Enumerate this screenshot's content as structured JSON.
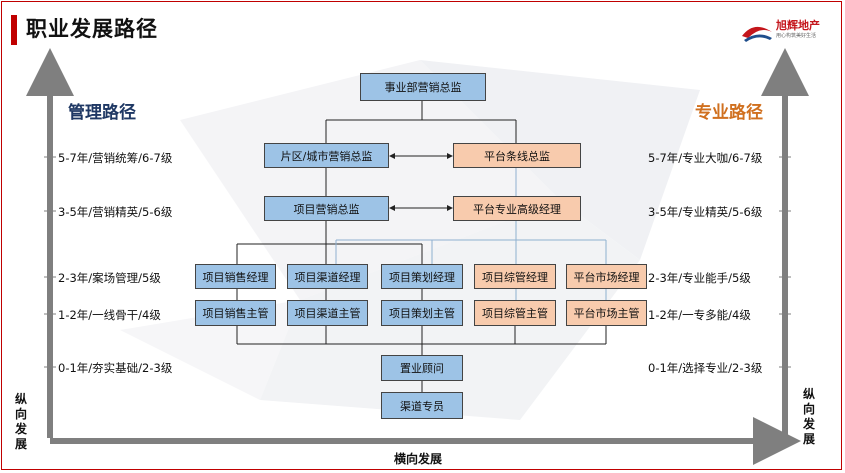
{
  "title": "职业发展路径",
  "logo": {
    "name": "旭辉地产",
    "tagline": "用心构筑美好生活"
  },
  "headings": {
    "management": "管理路径",
    "professional": "专业路径"
  },
  "levels_left": [
    "5-7年/营销统筹/6-7级",
    "3-5年/营销精英/5-6级",
    "2-3年/案场管理/5级",
    "1-2年/一线骨干/4级",
    "0-1年/夯实基础/2-3级"
  ],
  "levels_right": [
    "5-7年/专业大咖/6-7级",
    "3-5年/专业精英/5-6级",
    "2-3年/专业能手/5级",
    "1-2年/一专多能/4级",
    "0-1年/选择专业/2-3级"
  ],
  "boxes": {
    "director": "事业部营销总监",
    "city_director": "片区/城市营销总监",
    "platform_director": "平台条线总监",
    "project_director": "项目营销总监",
    "platform_senior": "平台专业高级经理",
    "sales_mgr": "项目销售经理",
    "channel_mgr": "项目渠道经理",
    "planning_mgr": "项目策划经理",
    "general_mgr": "项目综管经理",
    "market_mgr": "平台市场经理",
    "sales_sup": "项目销售主管",
    "channel_sup": "项目渠道主管",
    "planning_sup": "项目策划主管",
    "general_sup": "项目综管主管",
    "market_sup": "平台市场主管",
    "consultant": "置业顾问",
    "channel_staff": "渠道专员"
  },
  "axes": {
    "vertical_left": "纵向发展",
    "vertical_right": "纵向发展",
    "horizontal": "横向发展"
  },
  "colors": {
    "accent": "#c00000",
    "management": "#1f3864",
    "professional": "#d0701f",
    "blue_box": "#9dc3e6",
    "orange_box": "#f8cbad",
    "axis": "#7f7f7f"
  }
}
